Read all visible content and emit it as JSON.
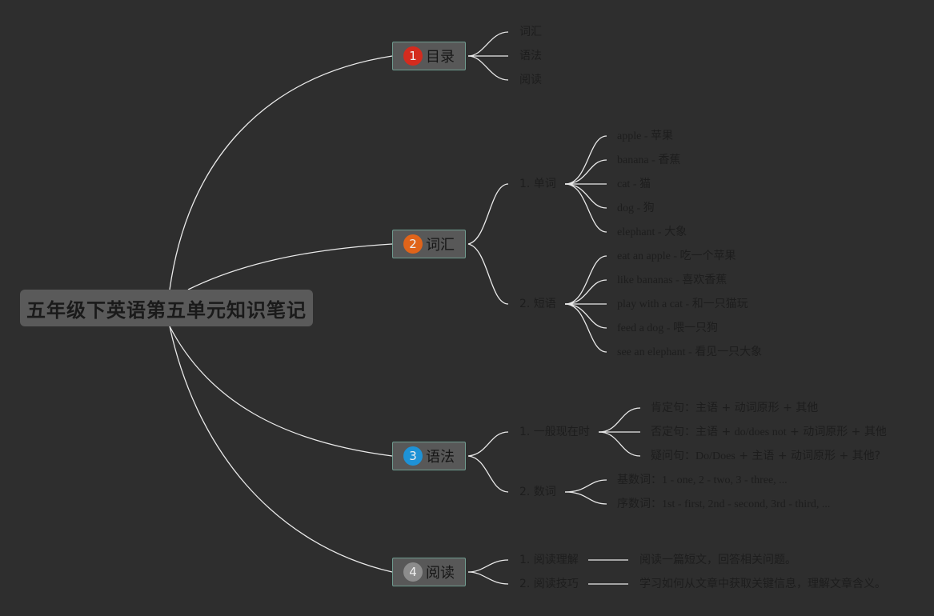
{
  "root": {
    "title": "五年级下英语第五单元知识笔记"
  },
  "branches": {
    "toc": {
      "number": "1",
      "title": "目录",
      "badge_color": "#d42b1e",
      "items": [
        "词汇",
        "语法",
        "阅读"
      ]
    },
    "vocab": {
      "number": "2",
      "title": "词汇",
      "badge_color": "#e0641a",
      "words": {
        "label": "1. 单词",
        "items": [
          {
            "en": "apple - ",
            "zh": "苹果"
          },
          {
            "en": "banana - ",
            "zh": "香蕉"
          },
          {
            "en": "cat - ",
            "zh": "猫"
          },
          {
            "en": "dog - ",
            "zh": "狗"
          },
          {
            "en": "elephant - ",
            "zh": "大象"
          }
        ]
      },
      "phrases": {
        "label": "2. 短语",
        "items": [
          {
            "en": "eat an apple - ",
            "zh": "吃一个苹果"
          },
          {
            "en": "like bananas - ",
            "zh": "喜欢香蕉"
          },
          {
            "en": "play with a cat - ",
            "zh": "和一只猫玩"
          },
          {
            "en": "feed a dog - ",
            "zh": "喂一只狗"
          },
          {
            "en": "see an elephant - ",
            "zh": "看见一只大象"
          }
        ]
      }
    },
    "grammar": {
      "number": "3",
      "title": "语法",
      "badge_color": "#1e92d6",
      "present": {
        "label": "1. 一般现在时",
        "items": [
          {
            "zh1": "肯定句：主语 + ",
            "mid": "",
            "zh2": "动词原形 + 其他"
          },
          {
            "zh1": "否定句：主语 + ",
            "mid": "do/does not",
            "zh2": " + 动词原形 + 其他"
          },
          {
            "zh1": "疑问句：",
            "mid": "Do/Does",
            "zh2": " + 主语 + 动词原形 + 其他?"
          }
        ]
      },
      "numerals": {
        "label": "2. 数词",
        "items": [
          {
            "zh": "基数词：",
            "en": "1 - one, 2 - two, 3 - three, ..."
          },
          {
            "zh": "序数词：",
            "en": "1st - first, 2nd - second, 3rd - third, ..."
          }
        ]
      }
    },
    "reading": {
      "number": "4",
      "title": "阅读",
      "badge_color": "#8c8c8c",
      "comprehension": {
        "label": "1. 阅读理解",
        "detail": "阅读一篇短文，回答相关问题。"
      },
      "skills": {
        "label": "2. 阅读技巧",
        "detail": "学习如何从文章中获取关键信息，理解文章含义。"
      }
    }
  }
}
